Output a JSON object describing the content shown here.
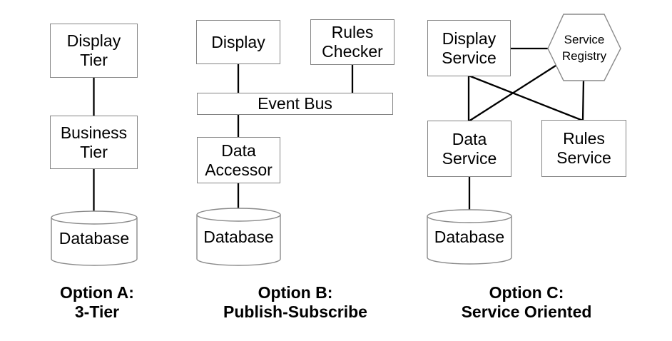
{
  "colors": {
    "background": "#ffffff",
    "box_border": "#848484",
    "shape_stroke": "#8a8a8a",
    "connector": "#000000",
    "text": "#000000"
  },
  "options": {
    "a": {
      "caption": {
        "line1": "Option A:",
        "line2": "3-Tier"
      },
      "nodes": {
        "display_tier": {
          "line1": "Display",
          "line2": "Tier"
        },
        "business_tier": {
          "line1": "Business",
          "line2": "Tier"
        },
        "database": {
          "label": "Database"
        }
      },
      "connections": [
        {
          "from": "Display Tier",
          "to": "Business Tier"
        },
        {
          "from": "Business Tier",
          "to": "Database"
        }
      ]
    },
    "b": {
      "caption": {
        "line1": "Option B:",
        "line2": "Publish-Subscribe"
      },
      "nodes": {
        "display": {
          "label": "Display"
        },
        "rules_checker": {
          "line1": "Rules",
          "line2": "Checker"
        },
        "event_bus": {
          "label": "Event Bus"
        },
        "data_accessor": {
          "line1": "Data",
          "line2": "Accessor"
        },
        "database": {
          "label": "Database"
        }
      },
      "connections": [
        {
          "from": "Display",
          "to": "Event Bus"
        },
        {
          "from": "Rules Checker",
          "to": "Event Bus"
        },
        {
          "from": "Event Bus",
          "to": "Data Accessor"
        },
        {
          "from": "Data Accessor",
          "to": "Database"
        }
      ]
    },
    "c": {
      "caption": {
        "line1": "Option C:",
        "line2": "Service Oriented"
      },
      "nodes": {
        "display_service": {
          "line1": "Display",
          "line2": "Service"
        },
        "service_registry": {
          "line1": "Service",
          "line2": "Registry"
        },
        "data_service": {
          "line1": "Data",
          "line2": "Service"
        },
        "rules_service": {
          "line1": "Rules",
          "line2": "Service"
        },
        "database": {
          "label": "Database"
        }
      },
      "connections": [
        {
          "from": "Display Service",
          "to": "Service Registry"
        },
        {
          "from": "Display Service",
          "to": "Data Service"
        },
        {
          "from": "Display Service",
          "to": "Rules Service"
        },
        {
          "from": "Service Registry",
          "to": "Data Service"
        },
        {
          "from": "Service Registry",
          "to": "Rules Service"
        },
        {
          "from": "Data Service",
          "to": "Database"
        }
      ]
    }
  }
}
